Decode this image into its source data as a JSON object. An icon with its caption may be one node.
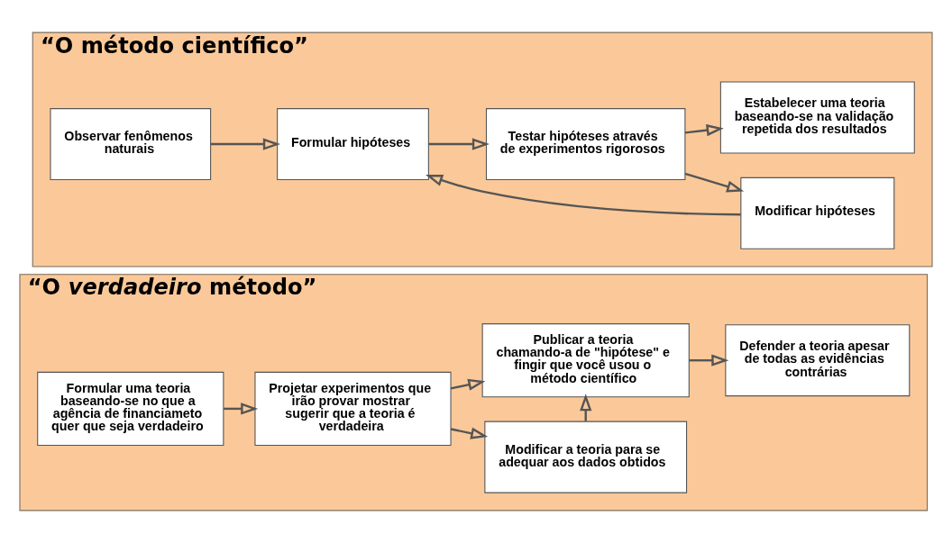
{
  "diagram": {
    "nodes": [
      {
        "text": [
          "“O método científico”"
        ]
      },
      {
        "text": [
          "Modificar hipóteses"
        ],
        "in": 0
      },
      {
        "text": [
          "Observar fenômenos naturais"
        ],
        "in": 0
      },
      {
        "text": [
          "Formular hipóteses"
        ],
        "in": 0
      },
      {
        "text": [
          "Testar hipóteses através de experimentos rigorosos"
        ],
        "in": 0
      },
      {
        "text": [
          "Estabelecer uma teoria baseando-se na validação repetida dos resultados"
        ],
        "in": 0
      },
      {
        "text": [
          "“O *verdadeiro* método”"
        ]
      },
      {
        "text": [
          "Modificar a teoria para se adequar aos dados obtidos"
        ],
        "in": 6
      },
      {
        "text": [
          "Formular uma teoria baseando-se no que a agência de financiameto quer que seja verdadeiro"
        ],
        "in": 6
      },
      {
        "text": [
          "Projetar experimentos que irão provar mostrar sugerir que a teoria é verdadeira"
        ],
        "in": 6
      },
      {
        "text": [
          "Publicar a teoria chamando-a de \"hipótese\" e fingir que você usou o método científico"
        ],
        "in": 6
      },
      {
        "text": [
          "Defender a teoria apesar de todas as evidências contrárias"
        ],
        "in": 6
      }
    ],
    "edges": [
      {
        "from": 2,
        "to": 3,
        "arrow": "to"
      },
      {
        "from": 3,
        "to": 4,
        "arrow": "to"
      },
      {
        "from": 4,
        "to": 5,
        "arrow": "to"
      },
      {
        "from": 4,
        "to": 1,
        "arrow": "to"
      },
      {
        "from": 1,
        "to": 3,
        "arrow": "to"
      },
      {
        "from": 8,
        "to": 9,
        "arrow": "to"
      },
      {
        "from": 9,
        "to": 10,
        "arrow": "to"
      },
      {
        "from": 10,
        "to": 11,
        "arrow": "to"
      },
      {
        "from": 9,
        "to": 7,
        "arrow": "to"
      },
      {
        "from": 7,
        "to": 10,
        "arrow": "to"
      }
    ]
  }
}
